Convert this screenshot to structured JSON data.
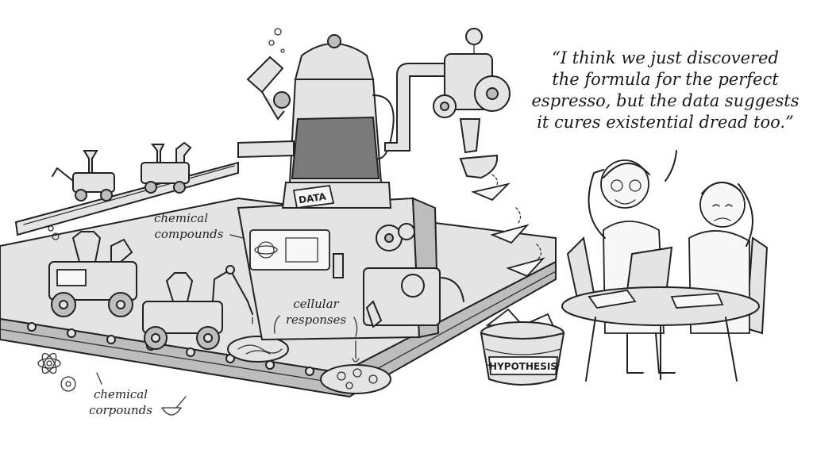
{
  "caption": {
    "lines": [
      "“I think we just discovered",
      "the formula for the perfect",
      "espresso, but the data suggests",
      "it cures existential dread too.”"
    ]
  },
  "labels": {
    "machine_tag": "DATA",
    "basket_tag": "HYPOTHESIS",
    "chemical_compounds_1": "chemical",
    "chemical_compounds_2": "compounds",
    "cellular_responses_1": "cellular",
    "cellular_responses_2": "responses",
    "chemical_corpounds_1": "chemical",
    "chemical_corpounds_2": "corpounds"
  }
}
